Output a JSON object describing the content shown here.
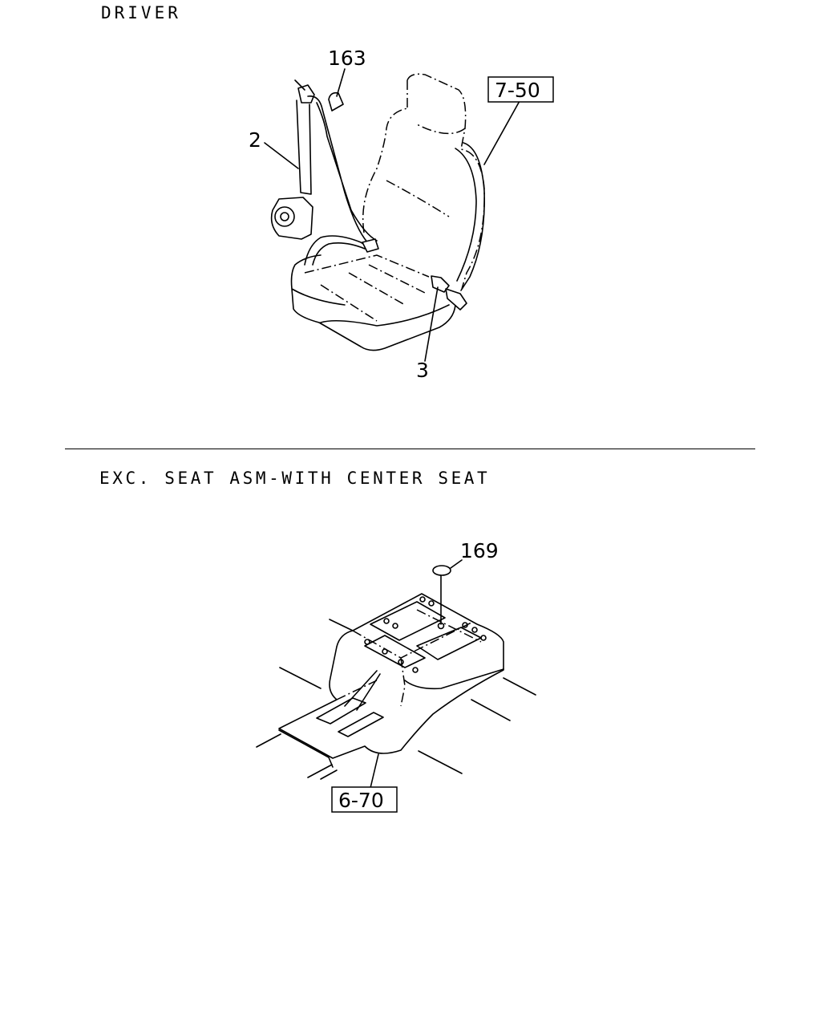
{
  "sections": [
    {
      "title": "DRIVER",
      "callouts": {
        "part_163": "163",
        "part_2": "2",
        "part_3": "3",
        "ref_7_50": "7-50"
      }
    },
    {
      "title": "EXC. SEAT ASM-WITH CENTER SEAT",
      "callouts": {
        "part_169": "169",
        "ref_6_70": "6-70"
      }
    }
  ]
}
